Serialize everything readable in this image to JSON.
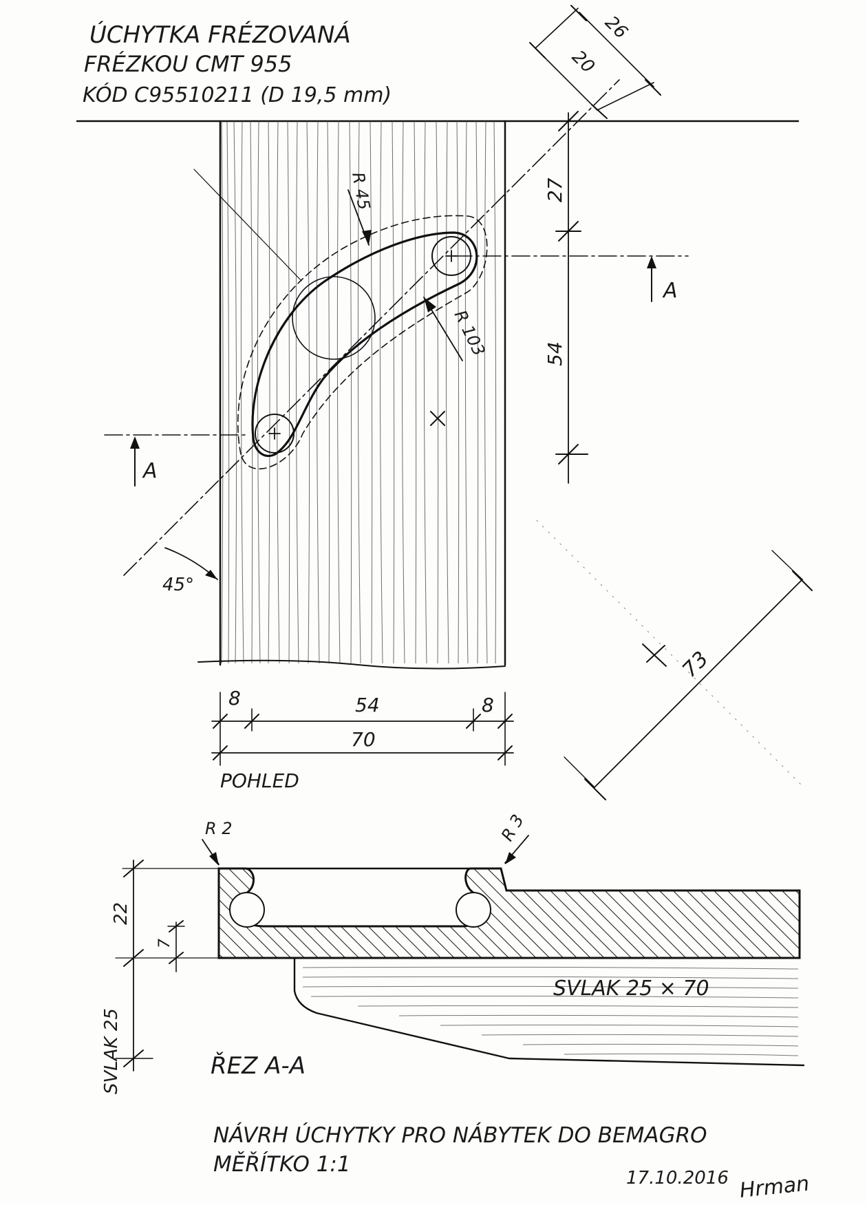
{
  "title": {
    "line1": "ÚCHYTKA FRÉZOVANÁ",
    "line2": "FRÉZKOU CMT 955",
    "line3": "KÓD C95510211 (D 19,5 mm)"
  },
  "dimensions": {
    "d26": "26",
    "d20": "20",
    "d27": "27",
    "d54_vertical": "54",
    "r45": "R 45",
    "r103": "R 103",
    "angle45": "45°",
    "d73": "73",
    "d8_left": "8",
    "d54_horizontal": "54",
    "d8_right": "8",
    "d70": "70",
    "r2": "R 2",
    "r3": "R 3",
    "d22": "22",
    "d7": "7",
    "d25_svlak": "SVLAK 25"
  },
  "section_marks": {
    "a_right": "A",
    "a_left": "A"
  },
  "labels": {
    "view": "POHLED",
    "section": "ŘEZ A-A",
    "svlak": "SVLAK 25 × 70"
  },
  "footer": {
    "line1": "NÁVRH ÚCHYTKY PRO NÁBYTEK DO BEMAGRO",
    "line2": "MĚŘÍTKO 1:1",
    "date": "17.10.2016",
    "signature": "Hrman"
  }
}
